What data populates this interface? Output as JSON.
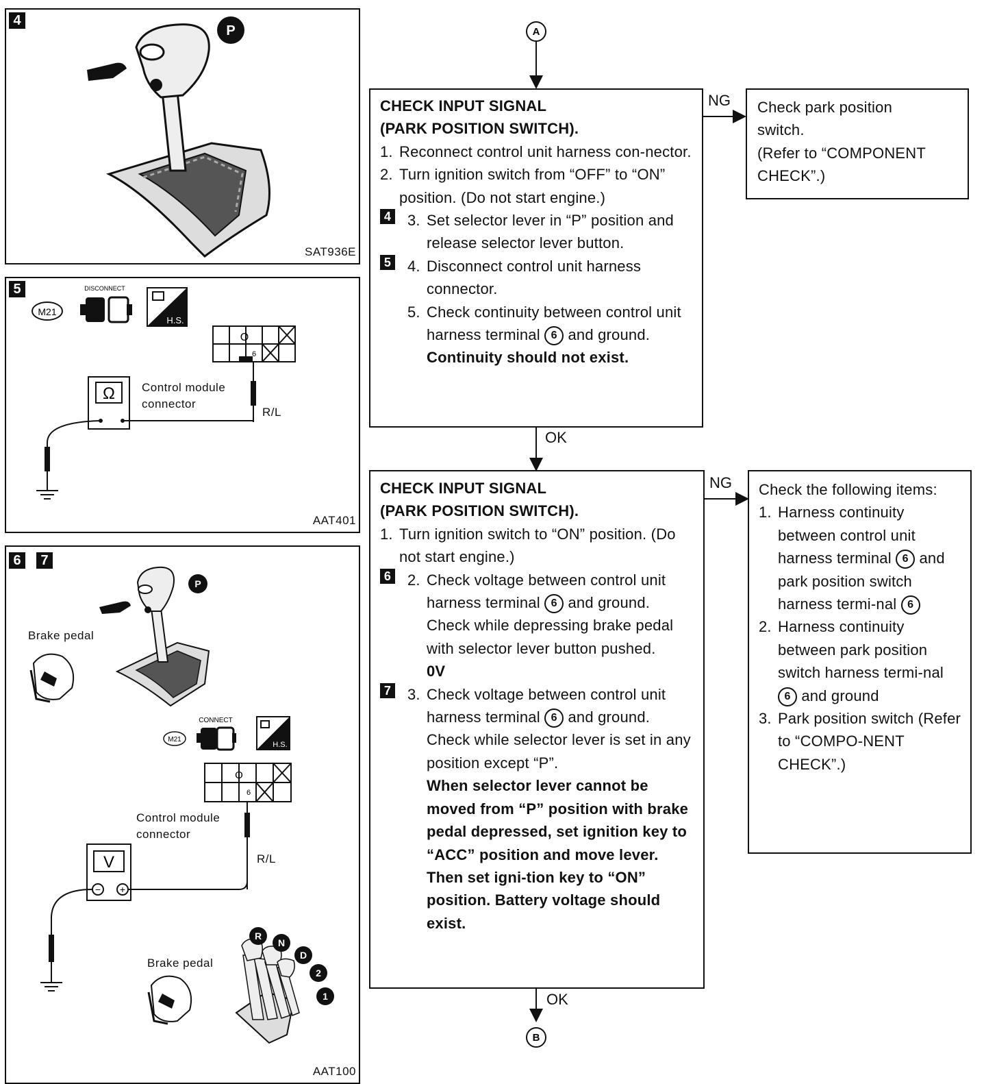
{
  "panels": {
    "p4": {
      "tag": "4",
      "code": "SAT936E",
      "mark_p": "P"
    },
    "p5": {
      "tag": "5",
      "code": "AAT401",
      "connector_code": "M21",
      "disconnect_label": "DISCONNECT",
      "hs_label": "H.S.",
      "meter_symbol": "Ω",
      "connector_label_1": "Control module",
      "connector_label_2": "connector",
      "wire_label": "R/L",
      "terminal_num": "6",
      "terminal_o": "O"
    },
    "p67": {
      "tag_a": "6",
      "tag_b": "7",
      "code": "AAT100",
      "mark_p": "P",
      "brake_label_top": "Brake pedal",
      "brake_label_bottom": "Brake pedal",
      "connect_label": "CONNECT",
      "connector_code": "M21",
      "hs_label": "H.S.",
      "meter_symbol": "V",
      "meter_minus": "−",
      "meter_plus": "+",
      "connector_label_1": "Control module",
      "connector_label_2": "connector",
      "wire_label": "R/L",
      "terminal_num": "6",
      "terminal_o": "O",
      "positions": [
        "R",
        "N",
        "D",
        "2",
        "1"
      ]
    }
  },
  "flow": {
    "start": "A",
    "end": "B",
    "ok_label_1": "OK",
    "ok_label_2": "OK",
    "ng_label_1": "NG",
    "ng_label_2": "NG",
    "box1": {
      "title_1": "CHECK INPUT SIGNAL",
      "title_2": "(PARK POSITION SWITCH).",
      "s1_num": "1.",
      "s1_text": "Reconnect control unit harness con-nector.",
      "s2_num": "2.",
      "s2_text": "Turn ignition switch from “OFF” to “ON” position. (Do not start engine.)",
      "s3_mark": "4",
      "s3_num": "3.",
      "s3_text": "Set selector lever in “P” position and release selector lever button.",
      "s4_mark": "5",
      "s4_num": "4.",
      "s4_text": "Disconnect control unit harness connector.",
      "s5_num": "5.",
      "s5_text_a": "Check continuity between control unit harness terminal",
      "s5_circle": "6",
      "s5_text_b": "and ground.",
      "s5_result": "Continuity should not exist."
    },
    "ng1": {
      "line1": "Check park position",
      "line2": "switch.",
      "line3": "(Refer to “COMPONENT",
      "line4": "CHECK”.)"
    },
    "box2": {
      "title_1": "CHECK INPUT SIGNAL",
      "title_2": "(PARK POSITION SWITCH).",
      "s1_num": "1.",
      "s1_text": "Turn ignition switch to “ON” position. (Do not start engine.)",
      "s2_mark": "6",
      "s2_num": "2.",
      "s2_text_a": "Check voltage between control unit harness terminal",
      "s2_circle": "6",
      "s2_text_b": "and ground. Check while depressing brake pedal with selector lever button pushed.",
      "s2_result": "0V",
      "s3_mark": "7",
      "s3_num": "3.",
      "s3_text_a": "Check voltage between control unit harness terminal",
      "s3_circle": "6",
      "s3_text_b": "and ground. Check while selector lever is set in any position except “P”.",
      "s3_result": "When selector lever cannot be moved from “P” position with brake pedal depressed, set ignition key to “ACC” position and move lever. Then set igni-tion key to “ON” position. Battery voltage should exist."
    },
    "ng2": {
      "intro": "Check the following items:",
      "i1_num": "1.",
      "i1_text_a": "Harness continuity between control unit harness terminal",
      "i1_circle_a": "6",
      "i1_text_b": "and park position switch harness termi-nal",
      "i1_circle_b": "6",
      "i2_num": "2.",
      "i2_text_a": "Harness continuity between park position switch harness termi-nal",
      "i2_circle": "6",
      "i2_text_b": "and ground",
      "i3_num": "3.",
      "i3_text": "Park position switch (Refer to “COMPO-NENT CHECK”.)"
    }
  }
}
